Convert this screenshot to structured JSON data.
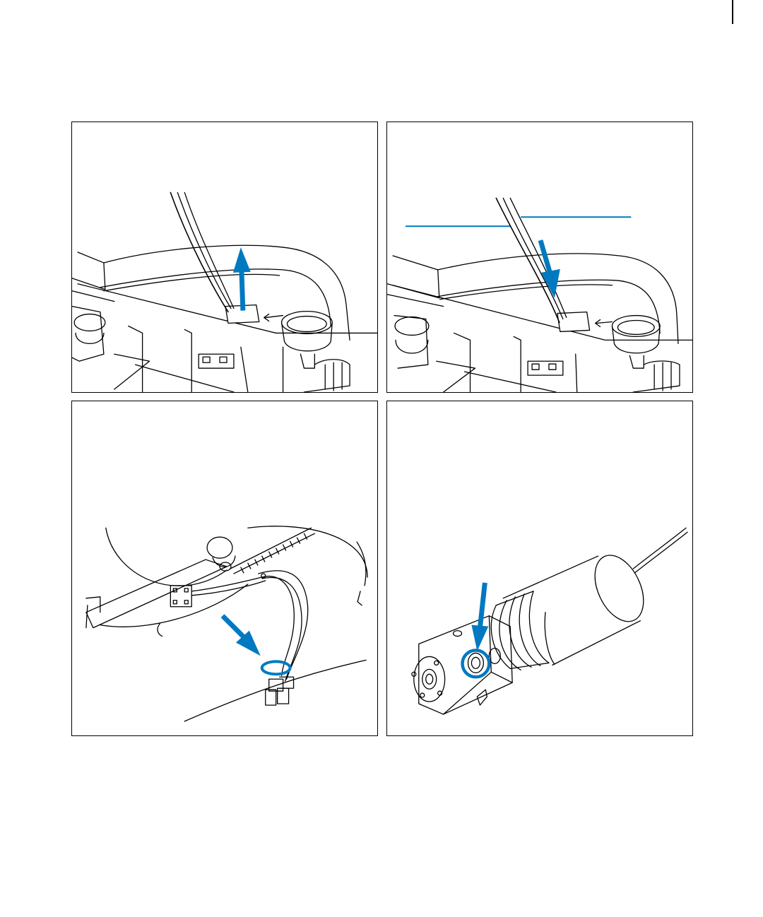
{
  "page": {
    "background": "#ffffff",
    "line_color": "#000000",
    "accent_color": "#0079c1"
  },
  "figures": [
    {
      "id": "step-1",
      "icons": [
        "tweezers-icon",
        "up-arrow-icon",
        "tag-icon",
        "cup-icon"
      ]
    },
    {
      "id": "step-2",
      "icons": [
        "tweezers-icon",
        "down-arrow-icon",
        "tag-icon",
        "cup-icon",
        "callout-line"
      ]
    },
    {
      "id": "step-3",
      "icons": [
        "cable-icon",
        "down-arrow-icon",
        "highlight-ring-icon",
        "connector-icon"
      ]
    },
    {
      "id": "step-4",
      "icons": [
        "valve-icon",
        "down-arrow-icon",
        "highlight-ring-icon",
        "capillary-icon"
      ]
    }
  ]
}
